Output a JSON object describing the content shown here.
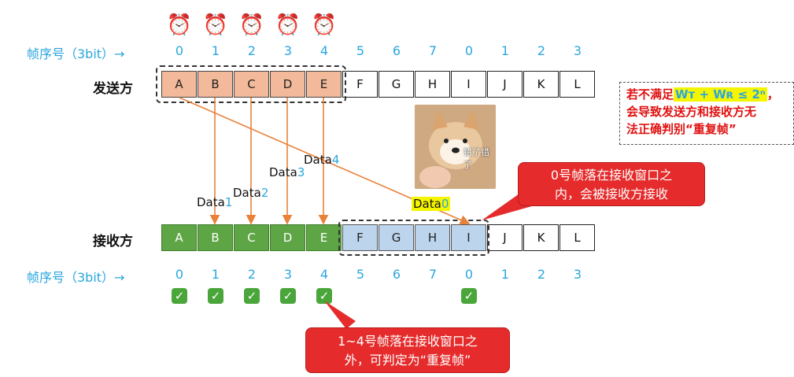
{
  "seq_label_top": "帧序号（3bit）→",
  "seq_label_bottom": "帧序号（3bit）→",
  "seq_numbers": [
    "0",
    "1",
    "2",
    "3",
    "4",
    "5",
    "6",
    "7",
    "0",
    "1",
    "2",
    "3"
  ],
  "sender": {
    "title": "发送方",
    "frames": [
      "A",
      "B",
      "C",
      "D",
      "E",
      "F",
      "G",
      "H",
      "I",
      "J",
      "K",
      "L"
    ]
  },
  "receiver": {
    "title": "接收方",
    "frames": [
      "A",
      "B",
      "C",
      "D",
      "E",
      "F",
      "G",
      "H",
      "I",
      "J",
      "K",
      "L"
    ]
  },
  "data_labels": [
    {
      "name": "Data",
      "idx": "1"
    },
    {
      "name": "Data",
      "idx": "2"
    },
    {
      "name": "Data",
      "idx": "3"
    },
    {
      "name": "Data",
      "idx": "4"
    },
    {
      "name": "Data",
      "idx": "0"
    }
  ],
  "meme_caption": "错了错了",
  "condition_note": {
    "prefix": "若不满足",
    "formula": "Wᴛ + Wʀ ≤ 2ⁿ",
    "suffix": "，",
    "line2": "会导致发送方和接收方无",
    "line3": "法正确判别“重复帧”"
  },
  "callout_accept": {
    "line1": "0号帧落在接收窗口之",
    "line2": "内，会被接收方接收"
  },
  "callout_duplicate": {
    "line1": "1~4号帧落在接收窗口之",
    "line2": "外，可判定为“重复帧”"
  },
  "colors": {
    "accent": "#2aa6df",
    "sent": "#f2b99a",
    "received": "#5ea545",
    "recv_window": "#bcd4ec",
    "arrow": "#e8823a",
    "callout": "#e52b2b"
  }
}
